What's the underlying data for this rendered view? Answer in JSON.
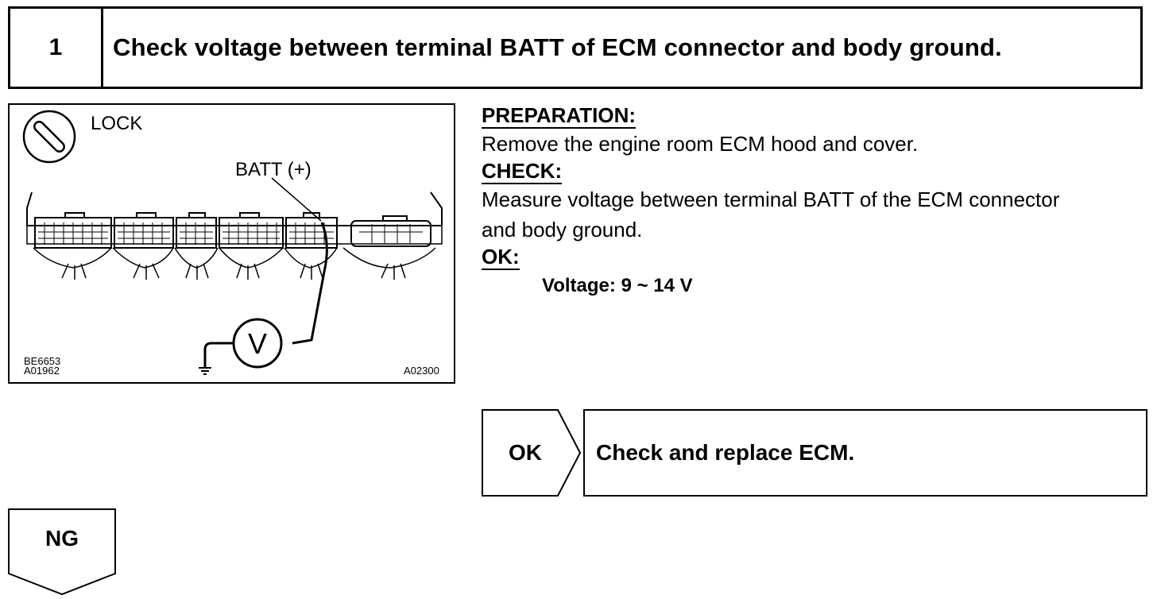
{
  "step": {
    "number": "1",
    "title": "Check voltage between terminal BATT of ECM connector and body ground."
  },
  "figure": {
    "lock_label": "LOCK",
    "terminal_label": "BATT (+)",
    "meter_symbol": "V",
    "code_left_1": "BE6653",
    "code_left_2": "A01962",
    "code_right": "A02300"
  },
  "instructions": {
    "preparation_heading": "PREPARATION:",
    "preparation_text": "Remove the engine room ECM hood and cover.",
    "check_heading": "CHECK:",
    "check_text_1": "Measure voltage between terminal BATT of the ECM connector",
    "check_text_2": "and body ground.",
    "ok_heading": "OK:",
    "ok_spec": "Voltage: 9 ~ 14 V"
  },
  "result_ok": {
    "label": "OK",
    "action": "Check and replace ECM."
  },
  "result_ng": {
    "label": "NG"
  }
}
